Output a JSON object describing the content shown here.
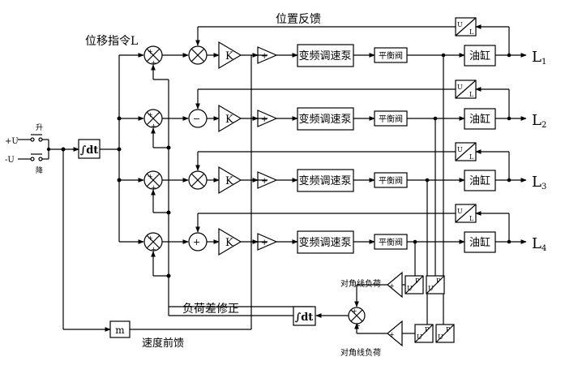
{
  "labels": {
    "position_feedback": "位置反馈",
    "displacement_command": "位移指令L",
    "load_diff_correction": "负荷差修正",
    "speed_feedforward": "速度前馈",
    "diagonal_load_top": "对角线负荷",
    "diagonal_load_bottom": "对角线负荷"
  },
  "switch": {
    "up_supply": "+U",
    "down_supply": "-U",
    "up_label": "升",
    "down_label": "降"
  },
  "blocks": {
    "integrator": "∫dt",
    "integrator2": "∫dt",
    "gain": "K",
    "vfd_pump": "变频调速泵",
    "balance_valve": "平衡阀",
    "cylinder": "油缸",
    "feedforward_m": "m"
  },
  "outputs": [
    "L",
    "L",
    "L",
    "L"
  ],
  "output_subscripts": [
    "1",
    "2",
    "3",
    "4"
  ],
  "sensor": {
    "u": "U",
    "l": "L",
    "p": "P"
  },
  "signs": {
    "plus": "+",
    "minus": "−"
  }
}
